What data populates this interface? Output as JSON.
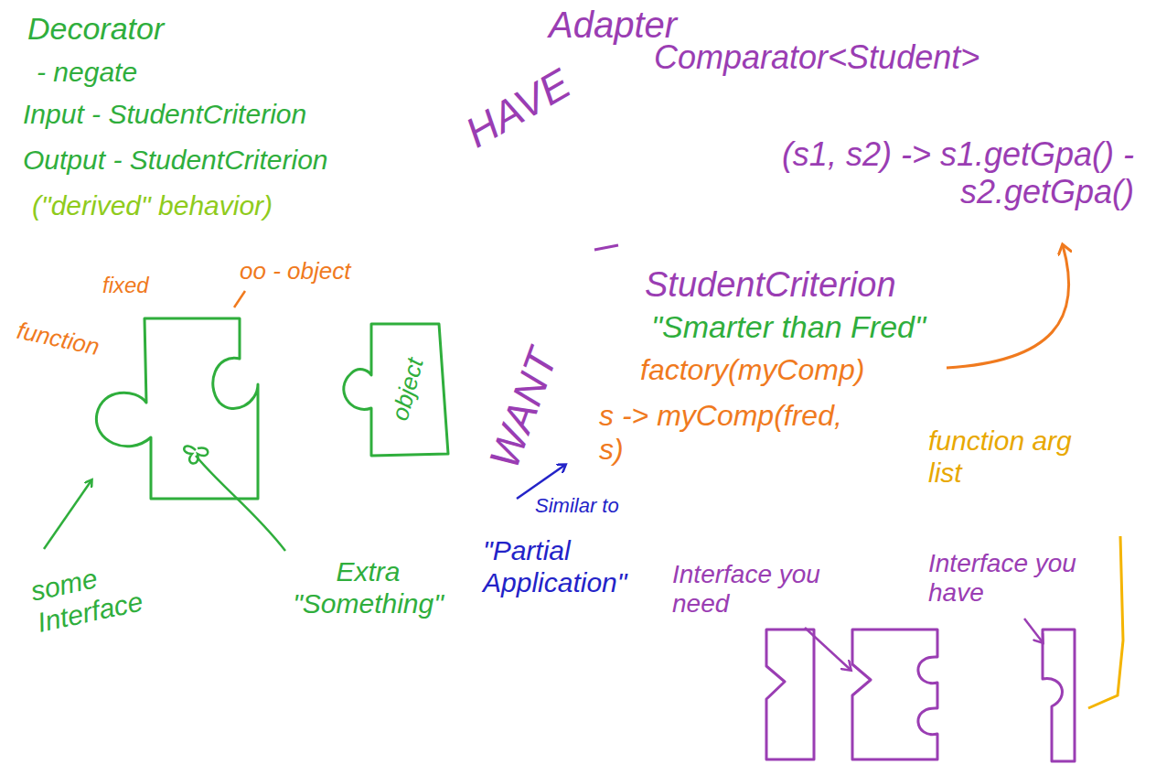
{
  "diagram": {
    "nodes": [
      {
        "text": [
          "object"
        ]
      }
    ],
    "labels": [
      "Decorator",
      "- negate",
      "Input - StudentCriterion",
      "Output - StudentCriterion",
      "(\"derived\" behavior)",
      "fixed",
      "oo - object",
      "function",
      "some Interface",
      "Extra \"Something\"",
      "Similar to",
      "\"Partial Application\"",
      "Adapter",
      "Comparator<Student>",
      "HAVE",
      "(s1, s2) -> s1.getGpa() - s2.getGpa()",
      "StudentCriterion",
      "\"Smarter than Fred\"",
      "WANT",
      "factory(myComp)",
      "s -> myComp(fred, s)",
      "function arg list",
      "Interface you need",
      "Interface you have"
    ]
  }
}
